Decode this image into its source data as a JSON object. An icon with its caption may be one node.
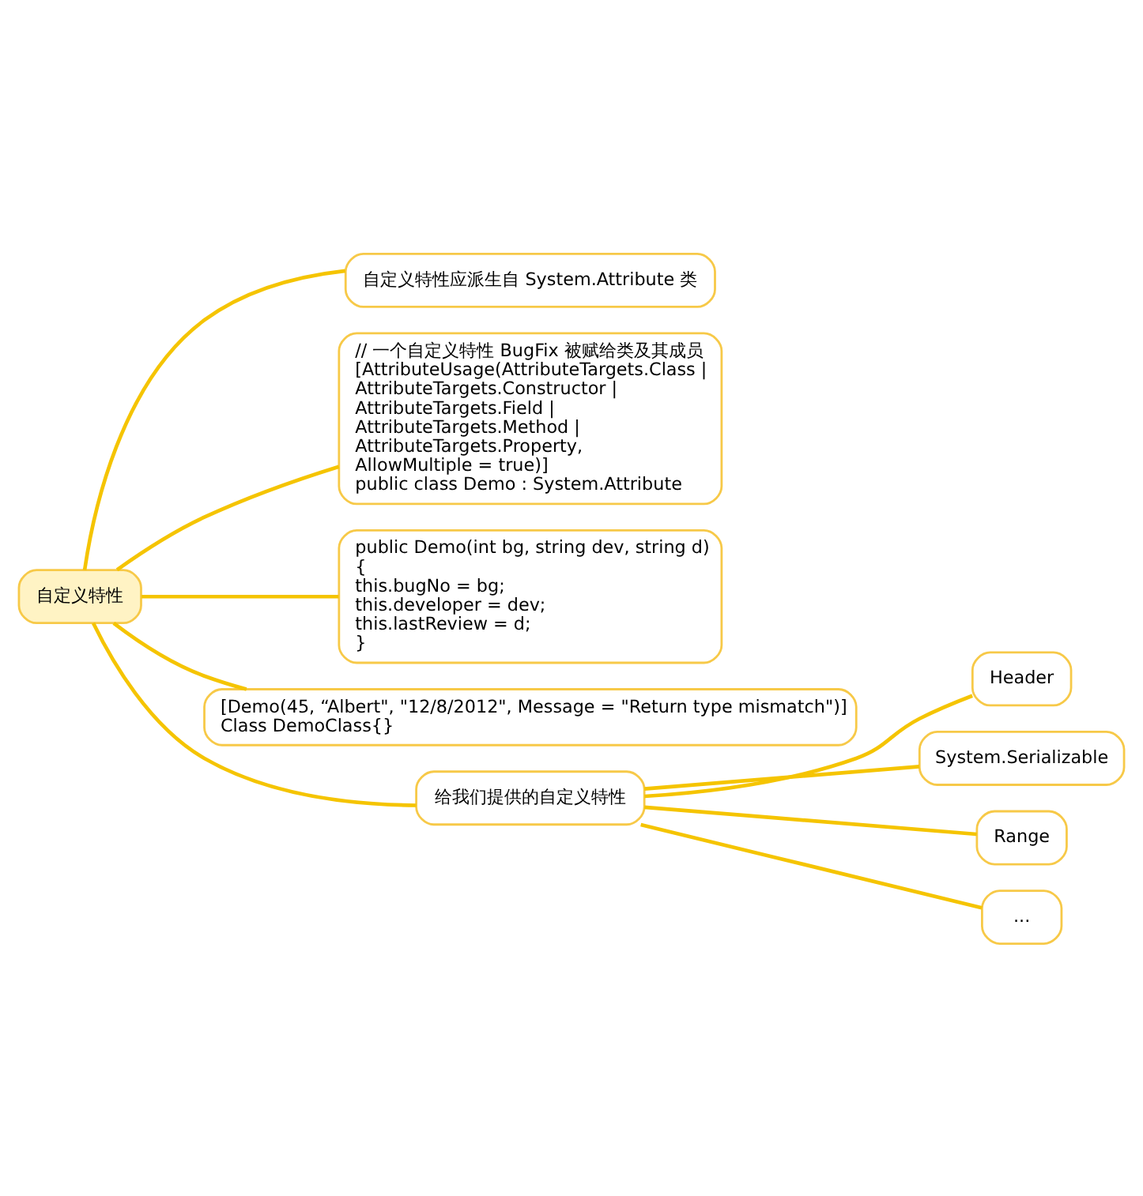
{
  "diagram": {
    "nodes": [
      {
        "text": [
          "自定义特性"
        ]
      },
      {
        "text": [
          "自定义特性应派生自 System.Attribute 类"
        ]
      },
      {
        "text": [
          "// 一个自定义特性 BugFix 被赋给类及其成员",
          "[AttributeUsage(AttributeTargets.Class |",
          "AttributeTargets.Constructor |",
          "AttributeTargets.Field |",
          "AttributeTargets.Method |",
          "AttributeTargets.Property,",
          "AllowMultiple = true)]",
          "public class Demo : System.Attribute"
        ]
      },
      {
        "text": [
          "public Demo(int bg, string dev, string d)",
          "{",
          "this.bugNo = bg;",
          "this.developer = dev;",
          "this.lastReview = d;",
          "}"
        ]
      },
      {
        "text": [
          "[Demo(45, “Albert\", \"12/8/2012\", Message = \"Return type mismatch\")]",
          "Class DemoClass{}"
        ]
      },
      {
        "text": [
          "给我们提供的自定义特性"
        ]
      },
      {
        "text": [
          "Header"
        ]
      },
      {
        "text": [
          "System.Serializable"
        ]
      },
      {
        "text": [
          "Range"
        ]
      },
      {
        "text": [
          "..."
        ]
      }
    ],
    "edges": [
      {
        "from": 0,
        "to": 1,
        "arrow": "none"
      },
      {
        "from": 0,
        "to": 2,
        "arrow": "none"
      },
      {
        "from": 0,
        "to": 3,
        "arrow": "none"
      },
      {
        "from": 0,
        "to": 4,
        "arrow": "none"
      },
      {
        "from": 0,
        "to": 5,
        "arrow": "none"
      },
      {
        "from": 5,
        "to": 6,
        "arrow": "none"
      },
      {
        "from": 5,
        "to": 7,
        "arrow": "none"
      },
      {
        "from": 5,
        "to": 8,
        "arrow": "none"
      },
      {
        "from": 5,
        "to": 9,
        "arrow": "none"
      }
    ]
  }
}
